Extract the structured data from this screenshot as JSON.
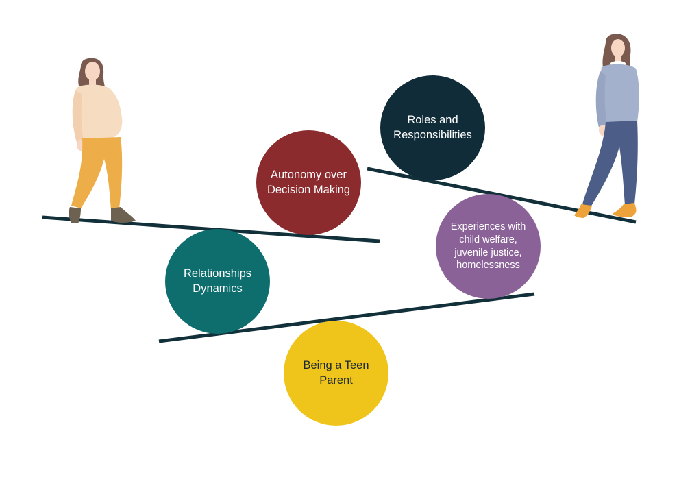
{
  "colors": {
    "beam": "#12303a",
    "relationships": "#0e6e6e",
    "autonomy": "#8b2b2e",
    "roles": "#102c38",
    "experiences": "#8b6298",
    "teen": "#efc51c",
    "text_light": "#ffffff",
    "text_dark": "#1d2a30",
    "figure_left_sweater": "#f6dcc0",
    "figure_left_pants": "#edae4a",
    "figure_right_sweater": "#a4b1cc",
    "figure_right_pants": "#4c5e88",
    "hair": "#7a5a4e",
    "skin": "#f7d7c4",
    "shoe_left": "#6d6150",
    "shoe_right": "#eea23a"
  },
  "circles": [
    {
      "id": "relationships",
      "label": "Relationships Dynamics"
    },
    {
      "id": "autonomy",
      "label": "Autonomy over Decision Making"
    },
    {
      "id": "roles",
      "label": "Roles and Responsibilities"
    },
    {
      "id": "experiences",
      "label": "Experiences with child welfare, juvenile justice, homelessness"
    },
    {
      "id": "teen",
      "label": "Being a Teen Parent"
    }
  ],
  "icons": {
    "left_figure": "pregnant-woman-figure-icon",
    "right_figure": "standing-woman-figure-icon"
  }
}
